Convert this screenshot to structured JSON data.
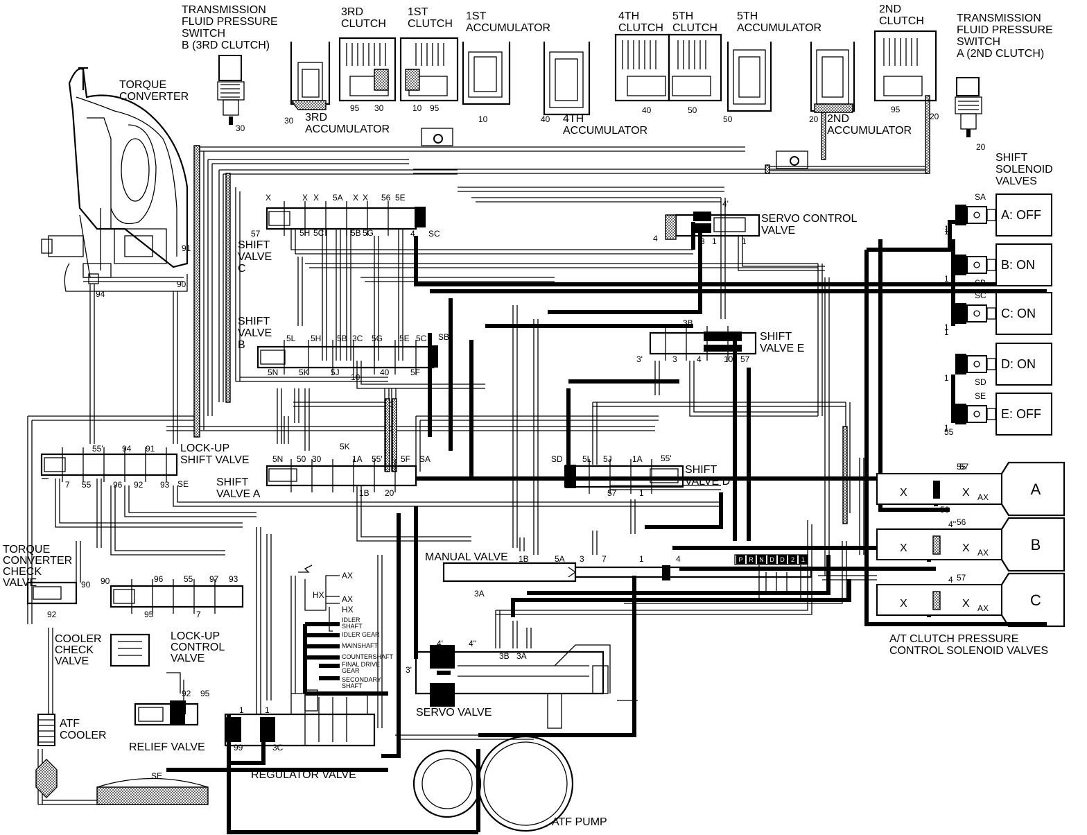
{
  "components": {
    "torque_converter": "TORQUE\nCONVERTER",
    "pressure_switch_b": "TRANSMISSION\nFLUID PRESSURE\nSWITCH\nB (3RD CLUTCH)",
    "pressure_switch_a": "TRANSMISSION\nFLUID PRESSURE\nSWITCH\nA (2ND CLUTCH)",
    "clutch_3rd": "3RD\nCLUTCH",
    "clutch_1st": "1ST\nCLUTCH",
    "accumulator_1st": "1ST\nACCUMULATOR",
    "clutch_4th": "4TH\nCLUTCH",
    "clutch_5th": "5TH\nCLUTCH",
    "accumulator_5th": "5TH\nACCUMULATOR",
    "clutch_2nd": "2ND\nCLUTCH",
    "accumulator_3rd": "3RD\nACCUMULATOR",
    "accumulator_4th": "4TH\nACCUMULATOR",
    "accumulator_2nd": "2ND\nACCUMULATOR",
    "shift_solenoid_valves": "SHIFT\nSOLENOID\nVALVES",
    "servo_control_valve": "SERVO CONTROL\nVALVE",
    "shift_valve_c": "SHIFT\nVALVE\nC",
    "shift_valve_b": "SHIFT\nVALVE\nB",
    "shift_valve_e": "SHIFT\nVALVE E",
    "shift_valve_a": "SHIFT\nVALVE A",
    "shift_valve_d": "SHIFT\nVALVE D",
    "lockup_shift_valve": "LOCK-UP\nSHIFT VALVE",
    "tc_check_valve": "TORQUE\nCONVERTER\nCHECK\nVALVE",
    "cooler_check_valve": "COOLER\nCHECK\nVALVE",
    "lockup_control_valve": "LOCK-UP\nCONTROL\nVALVE",
    "manual_valve": "MANUAL VALVE",
    "servo_valve": "SERVO VALVE",
    "atf_cooler": "ATF\nCOOLER",
    "relief_valve": "RELIEF VALVE",
    "regulator_valve": "REGULATOR VALVE",
    "atf_pump": "ATF PUMP",
    "clutch_pressure_valves": "A/T CLUTCH PRESSURE\nCONTROL SOLENOID VALVES"
  },
  "solenoids": [
    {
      "id": "SA",
      "state": "A: OFF"
    },
    {
      "id": "SB",
      "state": "B: ON"
    },
    {
      "id": "SC",
      "state": "C: ON"
    },
    {
      "id": "SD",
      "state": "D: ON"
    },
    {
      "id": "SE",
      "state": "E: OFF"
    }
  ],
  "pressure_control": [
    {
      "label": "A",
      "port": "55"
    },
    {
      "label": "B",
      "port": "56"
    },
    {
      "label": "C",
      "port": "57"
    }
  ],
  "lubrication": [
    "AX",
    "AX",
    "HX",
    "HX",
    "IDLER\nSHAFT",
    "IDLER GEAR",
    "MAINSHAFT",
    "COUNTERSHAFT",
    "FINAL DRIVE\nGEAR",
    "SECONDARY\nSHAFT"
  ],
  "selector_positions": [
    "P",
    "R",
    "N",
    "D",
    "D",
    "2",
    "1"
  ],
  "port_labels": [
    "30",
    "30",
    "95",
    "30",
    "10",
    "95",
    "10",
    "40",
    "40",
    "50",
    "50",
    "20",
    "95",
    "20",
    "20",
    "91",
    "90",
    "94",
    "X",
    "X",
    "X",
    "5A",
    "X",
    "X",
    "56",
    "5E",
    "SC",
    "57",
    "5H",
    "5C",
    "5B",
    "5G",
    "4",
    "5L",
    "5H",
    "5B",
    "3C",
    "5G",
    "5E",
    "5C",
    "SB",
    "5N",
    "5K",
    "5J",
    "10",
    "40",
    "5F",
    "55'",
    "94",
    "91",
    "7",
    "55",
    "96",
    "92",
    "93",
    "SE",
    "5N",
    "50",
    "30",
    "5K",
    "1A",
    "55'",
    "5F",
    "SA",
    "1B",
    "20",
    "SD",
    "5L",
    "5J",
    "1A",
    "55'",
    "57",
    "1",
    "1B",
    "5A",
    "3",
    "7",
    "1",
    "4",
    "3A",
    "4'",
    "4''",
    "3B",
    "3A",
    "3'",
    "90",
    "90",
    "96",
    "55",
    "97",
    "93",
    "92",
    "95",
    "7",
    "92",
    "95",
    "1",
    "1",
    "99",
    "3C",
    "SE",
    "3B",
    "3'",
    "3",
    "4",
    "10",
    "57",
    "4'",
    "4",
    "3",
    "1",
    "1",
    "1",
    "1",
    "55",
    "56",
    "57",
    "4''",
    "4"
  ]
}
